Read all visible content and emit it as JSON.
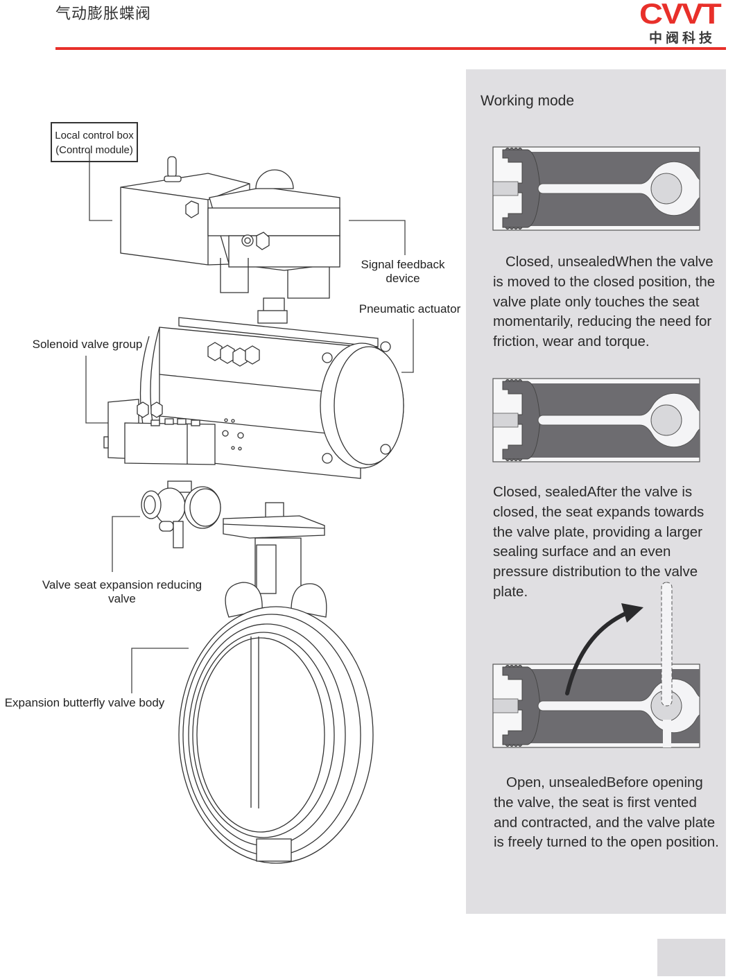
{
  "header": {
    "title": "气动膨胀蝶阀",
    "brand_logo": "CVVT",
    "brand_subtitle": "中阀科技",
    "accent_color": "#e8302a"
  },
  "diagram": {
    "labels": {
      "control_box_line1": "Local control box",
      "control_box_line2": "(Control module)",
      "signal_feedback_line1": "Signal feedback",
      "signal_feedback_line2": "device",
      "pneumatic_actuator": "Pneumatic actuator",
      "solenoid_group": "Solenoid valve group",
      "seat_valve_line1": "Valve seat expansion reducing",
      "seat_valve_line2": "valve",
      "valve_body": "Expansion butterfly valve body"
    }
  },
  "working_mode": {
    "title": "Working mode",
    "panel_color": "#e0dfe2",
    "modes": [
      {
        "name": "Closed, unsealed",
        "text": "Closed, unsealedWhen the valve is moved to the closed position, the valve plate only touches the seat momentarily, reducing the need for friction, wear and torque."
      },
      {
        "name": "Closed, sealed",
        "text": "Closed, sealedAfter the valve is closed, the seat expands towards the valve plate, providing a larger sealing surface and an even pressure distribution to the valve plate.",
        "text_hyphenated": "Closed, sealedAfter the valve is closed, the seat expands towards the valve plate, providing a larger sealing surface and an even pres- sure distribution to the valve plate."
      },
      {
        "name": "Open, unsealed",
        "text": "Open, unsealedBefore opening the valve, the seat is first vented and contracted, and the valve plate is freely turned to the open position."
      }
    ]
  }
}
